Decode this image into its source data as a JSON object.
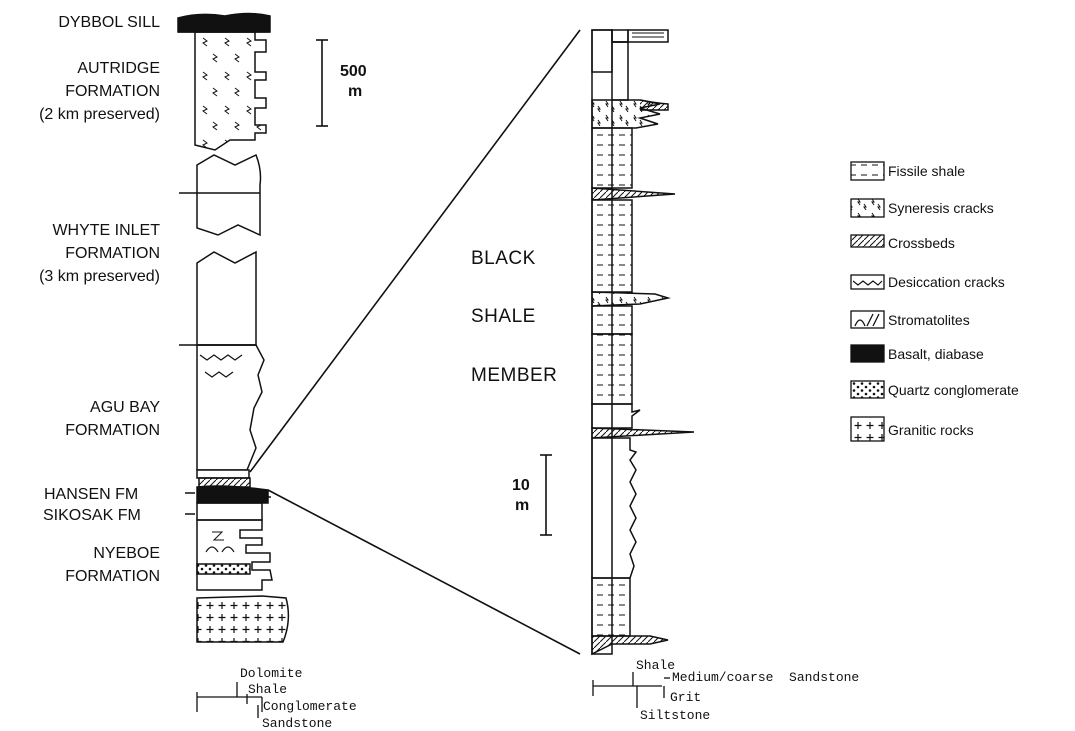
{
  "left_column": {
    "units": [
      {
        "name": "DYBBOL SILL"
      },
      {
        "name": "AUTRIDGE",
        "line2": "FORMATION",
        "line3": "(2 km preserved)"
      },
      {
        "name": "WHYTE INLET",
        "line2": "FORMATION",
        "line3": "(3 km preserved)"
      },
      {
        "name": "AGU BAY",
        "line2": "FORMATION"
      },
      {
        "name": "HANSEN FM"
      },
      {
        "name": "SIKOSAK FM"
      },
      {
        "name": "NYEBOE",
        "line2": "FORMATION"
      }
    ],
    "scale": {
      "value": "500",
      "unit": "m"
    },
    "texture_axis": [
      "Dolomite",
      "Shale",
      "Conglomerate",
      "Sandstone"
    ]
  },
  "right_column": {
    "member_label": [
      "BLACK",
      "SHALE",
      "MEMBER"
    ],
    "scale": {
      "value": "10",
      "unit": "m"
    },
    "texture_axis": [
      "Shale",
      "Medium/coarse  Sandstone",
      "Grit",
      "Siltstone"
    ]
  },
  "legend": [
    {
      "label": "Fissile shale",
      "pattern": "fissile-shale"
    },
    {
      "label": "Syneresis cracks",
      "pattern": "syneresis-cracks"
    },
    {
      "label": "Crossbeds",
      "pattern": "crossbeds"
    },
    {
      "label": "Desiccation cracks",
      "pattern": "desiccation-cracks"
    },
    {
      "label": "Stromatolites",
      "pattern": "stromatolites"
    },
    {
      "label": "Basalt, diabase",
      "pattern": "basalt"
    },
    {
      "label": "Quartz conglomerate",
      "pattern": "quartz-conglomerate"
    },
    {
      "label": "Granitic rocks",
      "pattern": "granitic"
    }
  ],
  "colors": {
    "ink": "#111111",
    "paper": "#ffffff"
  }
}
